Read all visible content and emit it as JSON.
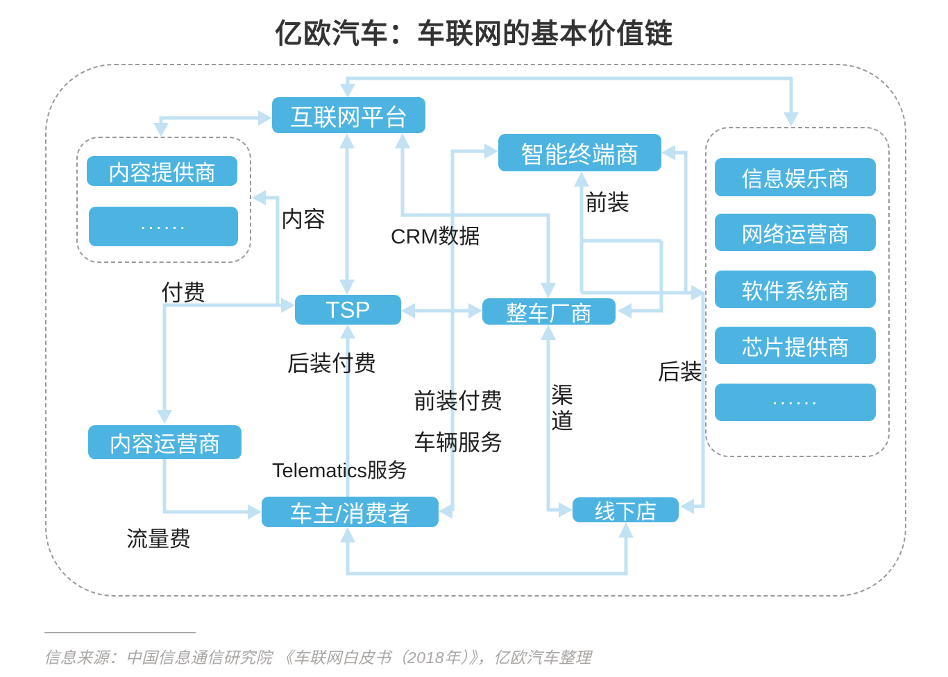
{
  "title": "亿欧汽车：车联网的基本价值链",
  "nodes": {
    "internet_platform": "互联网平台",
    "content_provider": "内容提供商",
    "content_ellipsis": "······",
    "smart_terminal": "智能终端商",
    "tsp": "TSP",
    "oem": "整车厂商",
    "content_operator": "内容运营商",
    "car_owner": "车主/消费者",
    "offline_store": "线下店",
    "infotainment": "信息娱乐商",
    "network_operator": "网络运营商",
    "software_system": "软件系统商",
    "chip_provider": "芯片提供商",
    "supplier_ellipsis": "······"
  },
  "edge_labels": {
    "content": "内容",
    "crm_data": "CRM数据",
    "front_install": "前装",
    "pay": "付费",
    "aftermarket_pay": "后装付费",
    "front_install_pay": "前装付费",
    "vehicle_service": "车辆服务",
    "telematics_service": "Telematics服务",
    "channel": "渠道",
    "aftermarket": "后装",
    "traffic_fee": "流量费"
  },
  "source_note": "信息来源：中国信息通信研究院 《车联网白皮书（2018年）》，亿欧汽车整理",
  "colors": {
    "node_fill": "#4DB4E2",
    "node_text": "#FFFFFF",
    "arrow": "#C2E2F3",
    "dash_border": "#999999",
    "label_text": "#1F1F1F",
    "title_text": "#333333",
    "source_text": "#A9A6A4"
  }
}
